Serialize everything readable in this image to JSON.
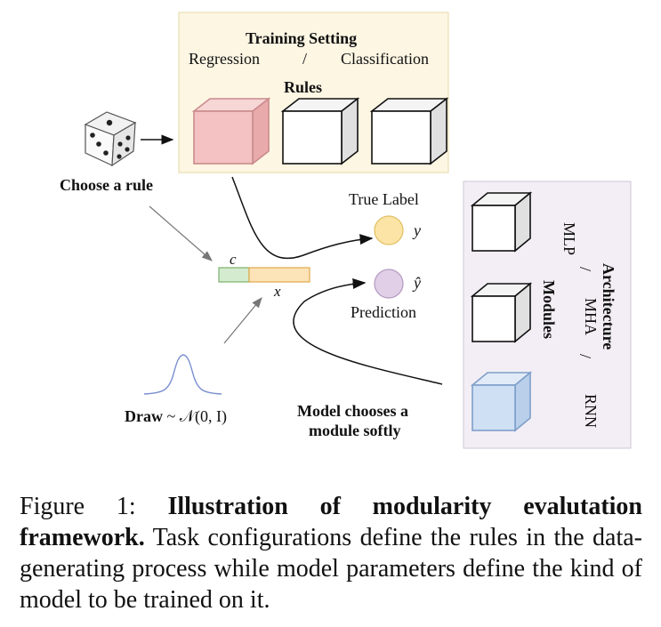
{
  "diagram": {
    "training": {
      "title": "Training Setting",
      "regression": "Regression",
      "slash": "/",
      "classification": "Classification",
      "rules": "Rules"
    },
    "choose_rule": "Choose a rule",
    "vector": {
      "c": "c",
      "x": "x"
    },
    "outputs": {
      "true_label": "True Label",
      "y": "y",
      "y_hat": "ŷ",
      "prediction": "Prediction"
    },
    "draw_label": "Draw",
    "draw_math": "~ 𝒩(0, I)",
    "model_chooses_1": "Model chooses a",
    "model_chooses_2": "module softly",
    "architecture": {
      "title": "Architecture",
      "mlp": "MLP",
      "mha": "MHA",
      "rnn": "RNN",
      "slash": "/",
      "modules": "Modules"
    },
    "colors": {
      "training_bg": "#fdf6e3",
      "training_border": "#e6d9a6",
      "arch_bg": "#f3eef5",
      "arch_border": "#cfc6d6",
      "red_cube": "#f4c2c2",
      "blue_cube": "#cfe0f4",
      "yellow_circle": "#fbe4a6",
      "purple_circle": "#e0cfe6",
      "green_segment": "#d5ebcf",
      "orange_segment": "#fce3b8"
    }
  },
  "caption": {
    "prefix": "Figure 1: ",
    "bold": "Illustration of modularity evalutation framework.",
    "rest": " Task configurations define the rules in the data-generating process while model parameters define the kind of model to be trained on it."
  }
}
